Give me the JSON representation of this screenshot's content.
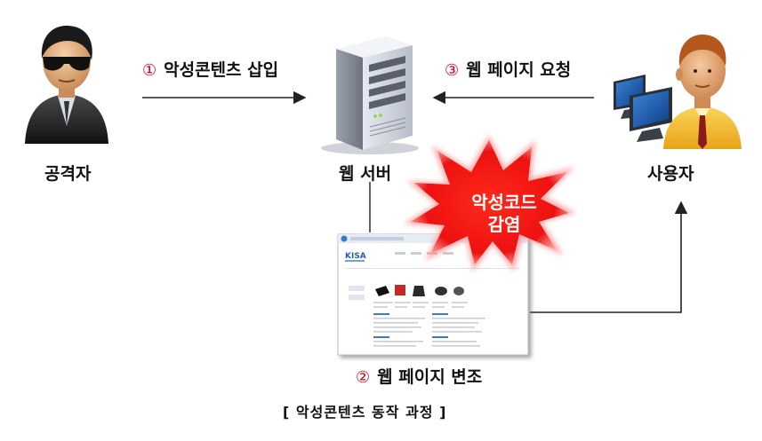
{
  "attacker": {
    "label": "공격자"
  },
  "server": {
    "label": "웹 서버"
  },
  "user": {
    "label": "사용자"
  },
  "steps": [
    {
      "num": "①",
      "text": "악성콘텐츠 삽입"
    },
    {
      "num": "②",
      "text": "웹 페이지 변조"
    },
    {
      "num": "③",
      "text": "웹 페이지 요청"
    }
  ],
  "burst": {
    "line1": "악성코드",
    "line2": "감염"
  },
  "webpage": {
    "logo": "KISA"
  },
  "caption": "[ 악성콘텐츠 동작 과정 ]",
  "colors": {
    "burst": "#ee1111",
    "step_number": "#d0021b",
    "line": "#222222"
  }
}
